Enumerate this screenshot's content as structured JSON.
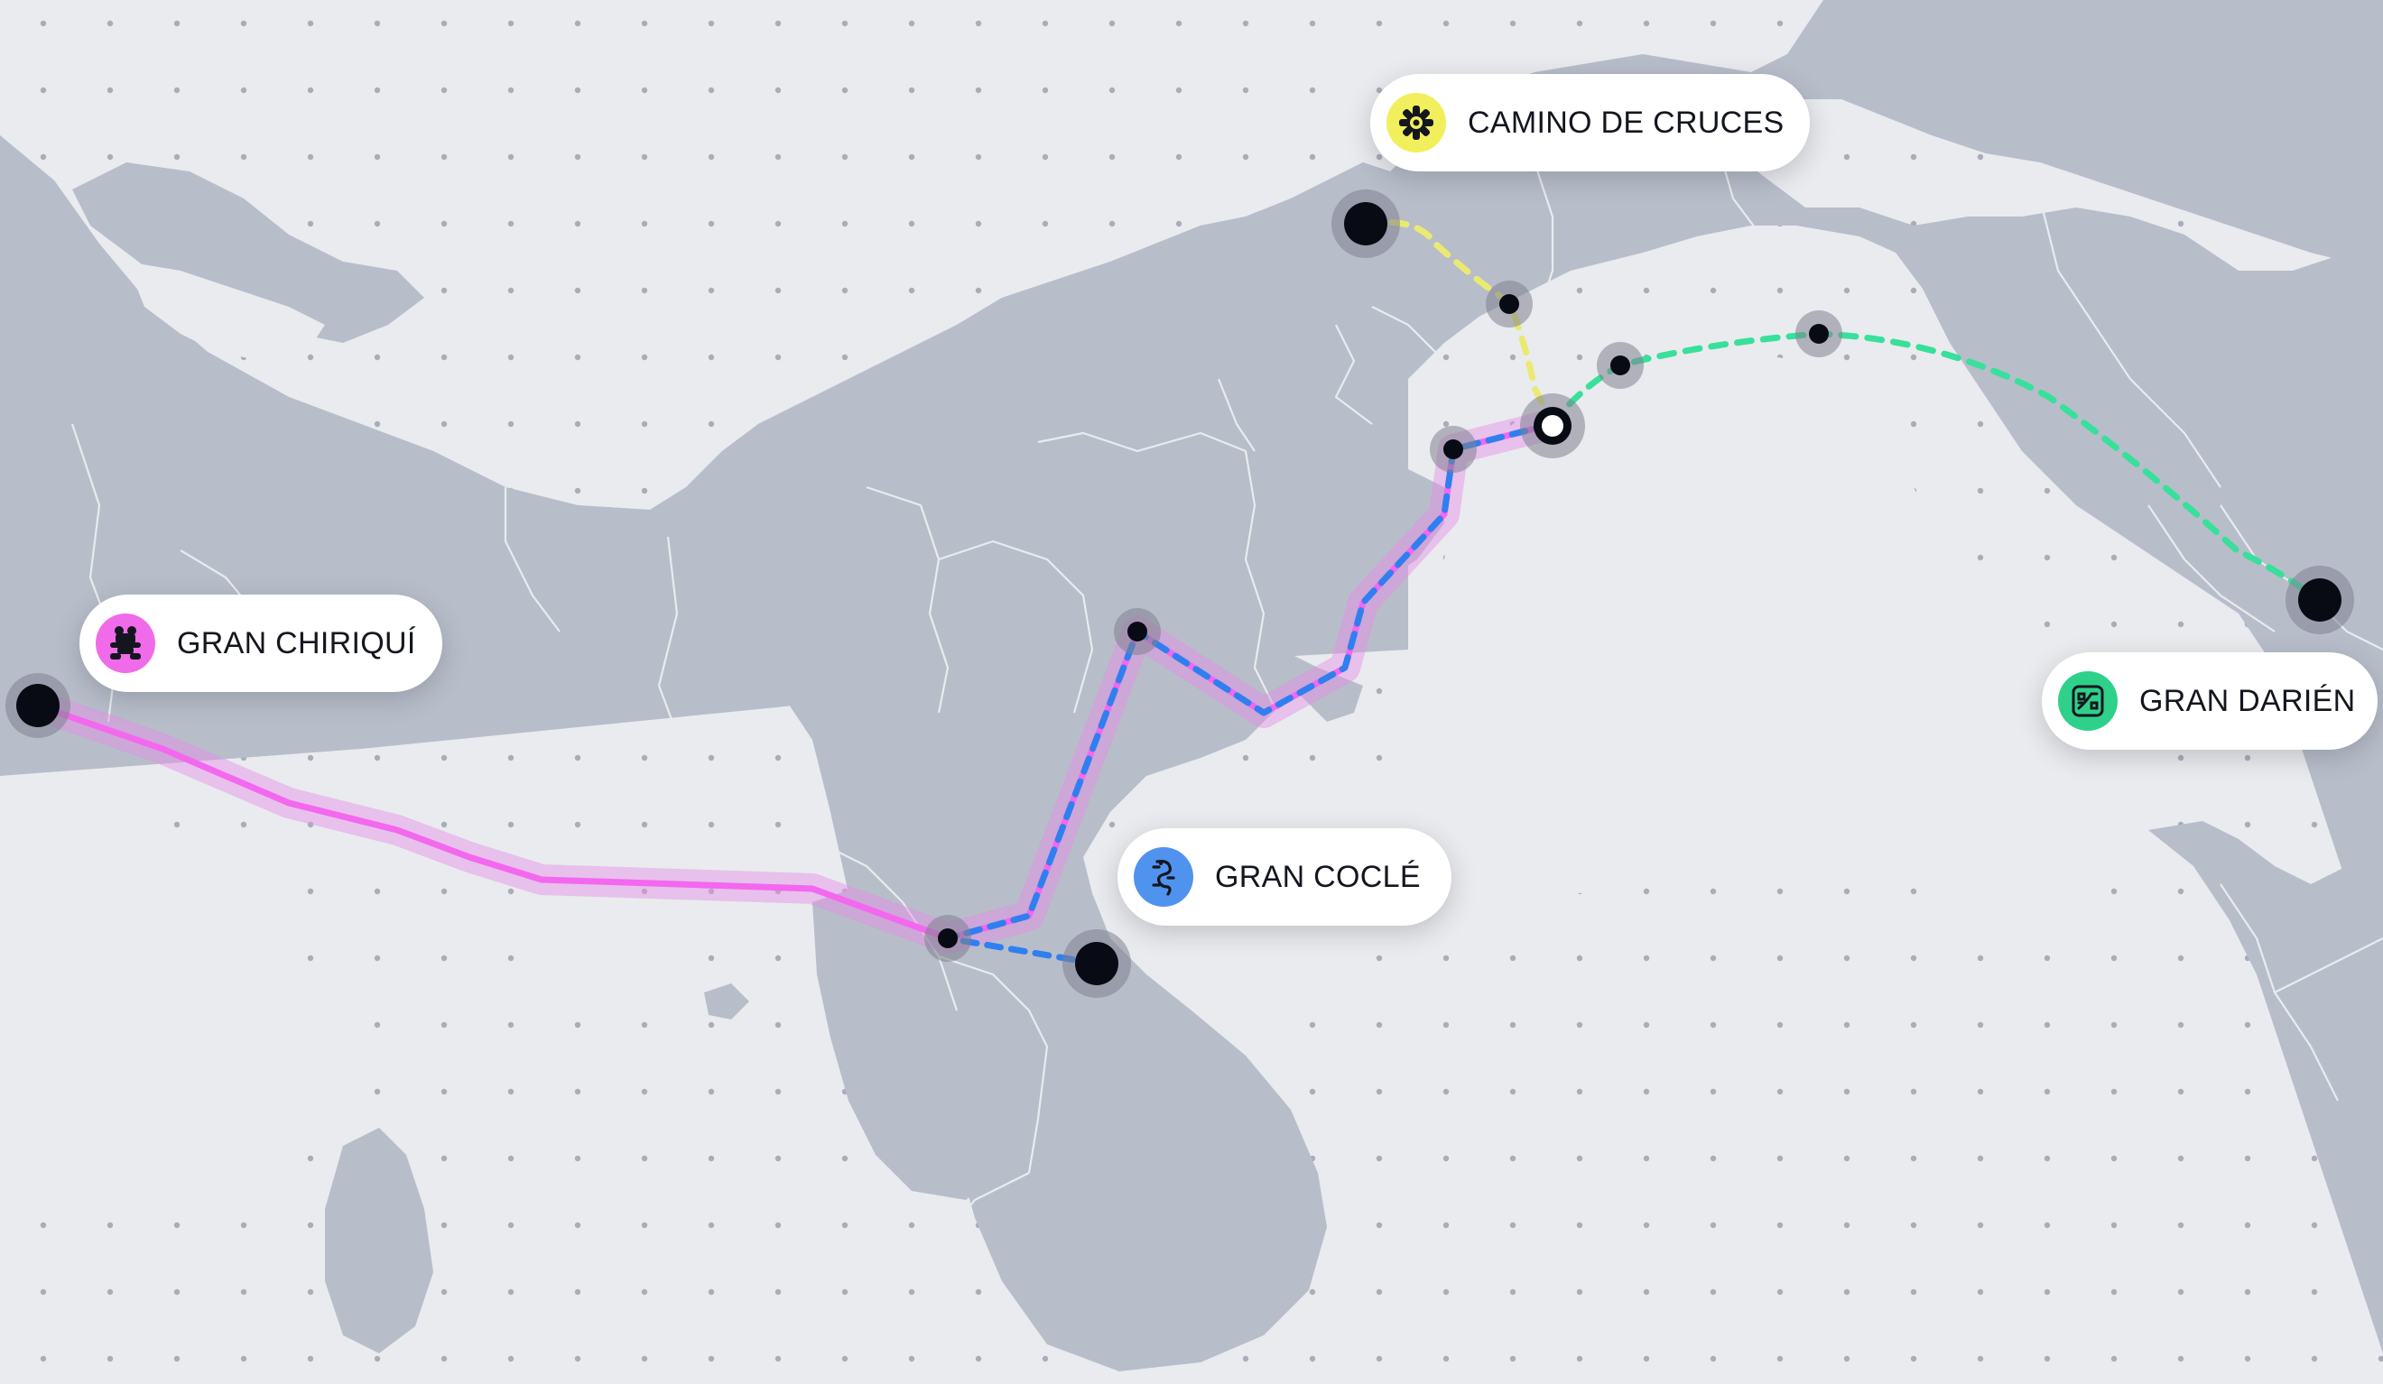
{
  "map": {
    "regions": [
      {
        "id": "camino-de-cruces",
        "label": "CAMINO DE CRUCES",
        "icon": "yellow-glyph-icon",
        "color": "#f1ef5c",
        "route_color": "#eaea72",
        "route_style": "dashed"
      },
      {
        "id": "gran-chiriqui",
        "label": "GRAN CHIRIQUÍ",
        "icon": "pink-frog-figure-icon",
        "color": "#f06bea",
        "route_color": "#f467ef",
        "route_style": "solid"
      },
      {
        "id": "gran-cocle",
        "label": "GRAN COCLÉ",
        "icon": "blue-serpent-figure-icon",
        "color": "#4f93ee",
        "route_color": "#2f7ff0",
        "route_style": "dashed"
      },
      {
        "id": "gran-darien",
        "label": "GRAN DARIÉN",
        "icon": "green-pattern-icon",
        "color": "#2fd08a",
        "route_color": "#38e09b",
        "route_style": "dashed"
      }
    ],
    "colors": {
      "background": "#eaebee",
      "land": "#b8bdca",
      "borders": "#e9ebef",
      "node": "#080a14",
      "hub": "#ffffff"
    }
  }
}
